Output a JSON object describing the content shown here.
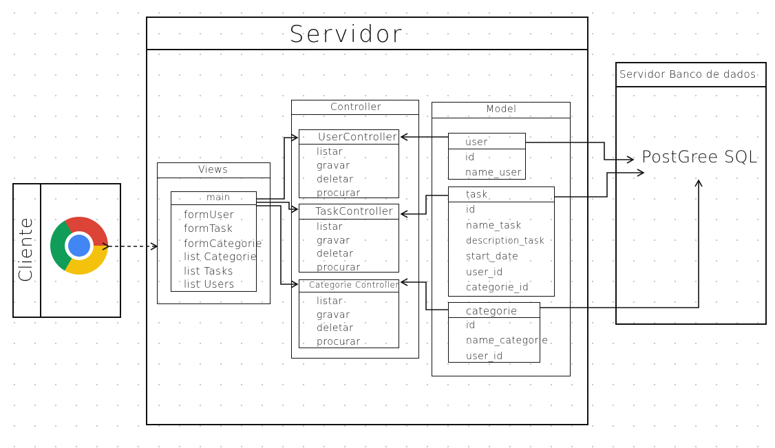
{
  "client": {
    "label": "Cliente",
    "browser_icon": "chrome-icon"
  },
  "server": {
    "title": "Servidor"
  },
  "views": {
    "title": "Views",
    "main": {
      "title": "main",
      "items": [
        "formUser",
        "formTask",
        "formCategorie",
        "list Categorie",
        "list Tasks",
        "list Users"
      ]
    }
  },
  "controller": {
    "title": "Controller",
    "user": {
      "title": "UserController",
      "methods": [
        "listar",
        "gravar",
        "deletar",
        "procurar"
      ]
    },
    "task": {
      "title": "TaskController",
      "methods": [
        "listar",
        "gravar",
        "deletar",
        "procurar"
      ]
    },
    "categorie": {
      "title": "Categorie Controller",
      "methods": [
        "listar",
        "gravar",
        "deletar",
        "procurar"
      ]
    }
  },
  "model": {
    "title": "Model",
    "user": {
      "title": "user",
      "fields": [
        "id",
        "name_user"
      ]
    },
    "task": {
      "title": "task",
      "fields": [
        "id",
        "name_task",
        "description_task",
        "start_date",
        "user_id",
        "categorie_id"
      ]
    },
    "categorie": {
      "title": "categorie",
      "fields": [
        "id",
        "name_categorie",
        "user_id"
      ]
    }
  },
  "db_server": {
    "title": "Servidor Banco de dados",
    "db_name": "PostGree SQL"
  }
}
